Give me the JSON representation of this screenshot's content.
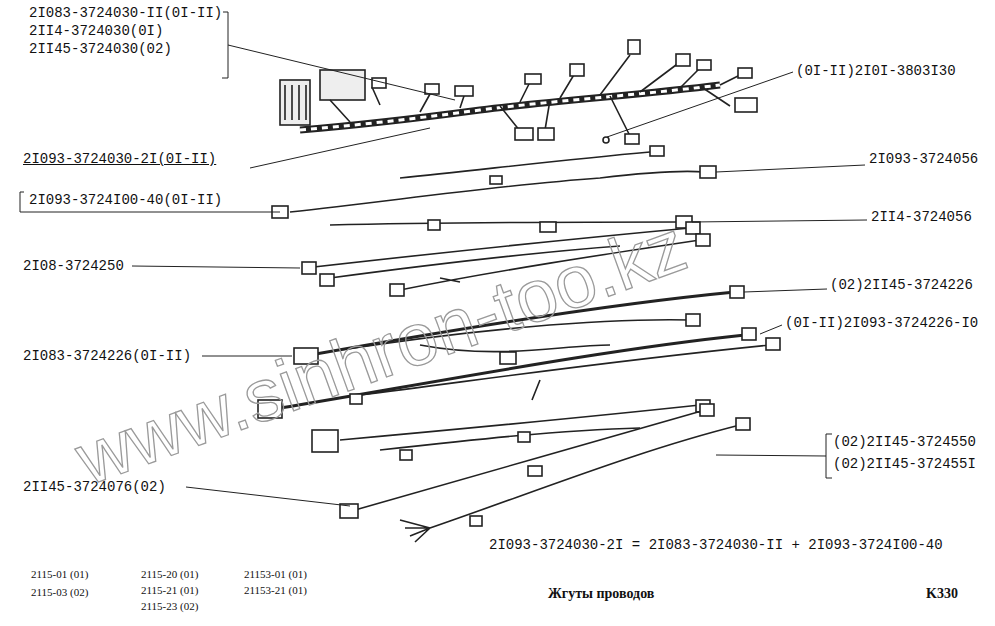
{
  "diagram": {
    "title": "Жгуты проводов",
    "labels": [
      "2I083-3724030-II(0I-II)",
      "2II4-3724030(0I)",
      "2II45-3724030(02)",
      "2I093-3724030-2I(0I-II)",
      "2I093-3724I00-40(0I-II)",
      "(0I-II)2I0I-3803I30",
      "2I093-3724056",
      "2II4-3724056",
      "2I08-3724250",
      "(02)2II45-3724226",
      "(0I-II)2I093-3724226-I0",
      "2I083-3724226(0I-II)",
      "(02)2II45-3724550",
      "(02)2II45-372455I",
      "2II45-3724076(02)",
      "2I093-3724030-2I = 2I083-3724030-II + 2I093-3724I00-40",
      "2115-01 (01)",
      "2115-03 (02)",
      "2115-20 (01)",
      "2115-21 (01)",
      "2115-23 (02)",
      "21153-01 (01)",
      "21153-21 (01)",
      "K330",
      "www.sinhron-too.kz"
    ]
  }
}
